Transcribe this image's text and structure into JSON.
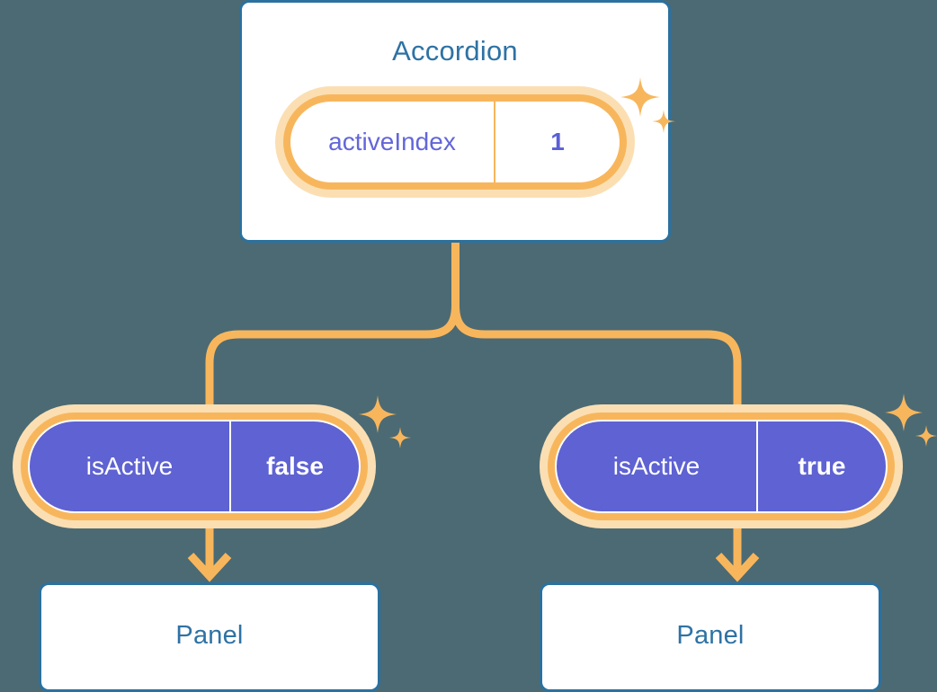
{
  "diagram": {
    "title_node": {
      "label": "Accordion"
    },
    "root_state": {
      "key": "activeIndex",
      "value": "1"
    },
    "children": [
      {
        "state": {
          "key": "isActive",
          "value": "false"
        },
        "panel": {
          "label": "Panel"
        }
      },
      {
        "state": {
          "key": "isActive",
          "value": "true"
        },
        "panel": {
          "label": "Panel"
        }
      }
    ],
    "icons": {
      "sparkle_large": "sparkle-icon",
      "sparkle_small": "sparkle-small-icon",
      "arrow": "arrow-down-icon",
      "branch": "branch-connector-icon"
    },
    "colors": {
      "background": "#4c6a73",
      "card_border": "#2b719f",
      "card_fill": "#ffffff",
      "title_text": "#2e72a4",
      "connector": "#f8b65c",
      "pill_ring": "#f8b65c",
      "pill_halo": "#fbdfb3",
      "pill_fill_solid": "#5e62d2",
      "pill_text_light": "#6366d8",
      "pill_value_light": "#5b5fd6",
      "pill_text_solid": "#ffffff"
    }
  }
}
